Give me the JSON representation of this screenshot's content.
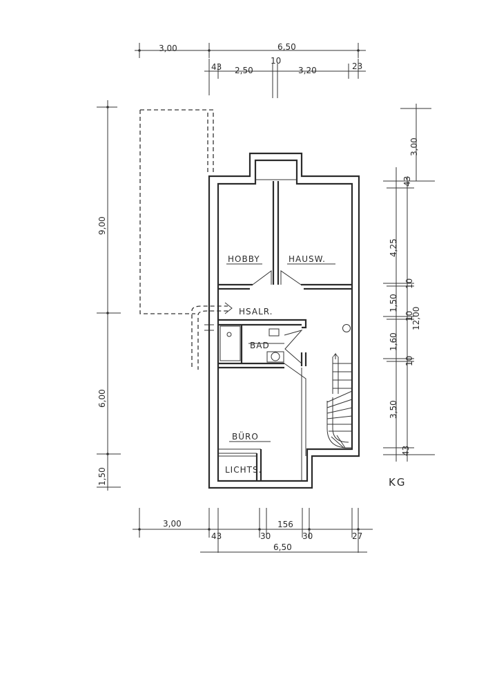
{
  "plan": {
    "floor_label": "KG",
    "rooms": {
      "hobby": "HOBBY",
      "hausw": "HAUSW.",
      "hsalr": "HSALR.",
      "bad": "BAD",
      "buero": "BÜRO",
      "lichts": "LICHTS."
    },
    "dimensions": {
      "top": {
        "left_3_00": "3,00",
        "total_6_50": "6,50",
        "wall_43": "43",
        "seg_2_50": "2,50",
        "wall_10": "10",
        "seg_3_20": "3,20",
        "wall_23": "23"
      },
      "left": {
        "seg_9_00": "9,00",
        "seg_6_00": "6,00",
        "seg_1_50": "1,50"
      },
      "right_outer": {
        "seg_3_00": "3,00"
      },
      "right_inner": {
        "wall_43_top": "43",
        "seg_4_25": "4,25",
        "wall_10_a": "10",
        "seg_1_50": "1,50",
        "wall_10_b": "10",
        "seg_1_60": "1,60",
        "wall_10_c": "10",
        "seg_3_50": "3,50",
        "wall_43_bottom": "43",
        "total_12_00": "12,00"
      },
      "bottom": {
        "seg_3_00": "3,00",
        "wall_43": "43",
        "wall_30_a": "30",
        "seg_156": "156",
        "wall_30_b": "30",
        "wall_27": "27",
        "total_6_50": "6,50"
      }
    }
  }
}
